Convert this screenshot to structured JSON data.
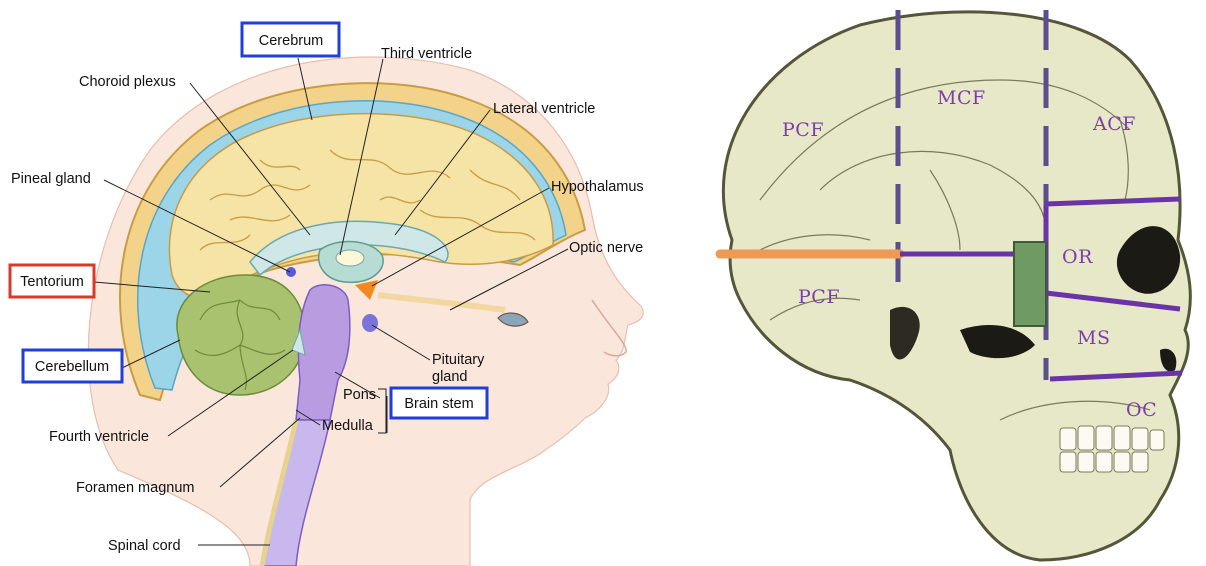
{
  "brain_panel": {
    "labels": {
      "cerebrum": "Cerebrum",
      "third_ventricle": "Third ventricle",
      "choroid_plexus": "Choroid plexus",
      "lateral_ventricle": "Lateral ventricle",
      "pineal_gland": "Pineal gland",
      "hypothalamus": "Hypothalamus",
      "optic_nerve": "Optic nerve",
      "tentorium": "Tentorium",
      "cerebellum": "Cerebellum",
      "pituitary_line1": "Pituitary",
      "pituitary_line2": "gland",
      "pons": "Pons",
      "brain_stem": "Brain stem",
      "fourth_ventricle": "Fourth ventricle",
      "medulla": "Medulla",
      "foramen_magnum": "Foramen magnum",
      "spinal_cord": "Spinal cord"
    },
    "box_colors": {
      "blue": "#1f3fd6",
      "red": "#d8392b"
    }
  },
  "skull_panel": {
    "zones": {
      "pcf_upper": "PCF",
      "mcf": "MCF",
      "acf": "ACF",
      "pcf_lower": "PCF",
      "or": "OR",
      "ms": "MS",
      "oc": "OC"
    },
    "colors": {
      "zone_text": "#7b3fa8",
      "dashed_line": "#5a4e8c",
      "purple_line": "#6a33a8",
      "orange_line": "#ee9a55",
      "green_block": "#6f9a63"
    }
  }
}
